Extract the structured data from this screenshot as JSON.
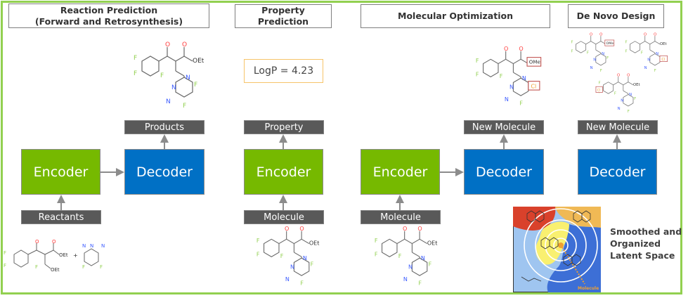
{
  "sections": [
    {
      "id": "reaction",
      "title_line1": "Reaction Prediction",
      "title_line2": "(Forward and Retrosynthesis)"
    },
    {
      "id": "property",
      "title": "Property Prediction"
    },
    {
      "id": "optimization",
      "title": "Molecular Optimization"
    },
    {
      "id": "denovo",
      "title": "De Novo Design"
    }
  ],
  "blocks": {
    "encoder_label": "Encoder",
    "decoder_label": "Decoder"
  },
  "labels": {
    "products": "Products",
    "reactants": "Reactants",
    "property": "Property",
    "molecule": "Molecule",
    "new_molecule": "New Molecule"
  },
  "property_value": "LogP = 4.23",
  "atoms": {
    "O": "O",
    "OEt": "OEt",
    "F": "F",
    "N": "N",
    "OMe": "OMe",
    "Cl": "Cl",
    "plus": "+"
  },
  "latent_space": {
    "line1": "Smoothed and",
    "line2": "Organized",
    "line3": "Latent Space",
    "molecule_tag": "Molecule"
  },
  "colors": {
    "frame": "#92d050",
    "encoder": "#76b900",
    "decoder": "#0070c5",
    "label_bar": "#595959",
    "oxygen": "#ff3b3b",
    "fluorine": "#92d050",
    "nitrogen": "#3b5bff",
    "highlight": "#c0504d",
    "chlorine": "#f0a030",
    "logp_border": "#f6c46a"
  }
}
